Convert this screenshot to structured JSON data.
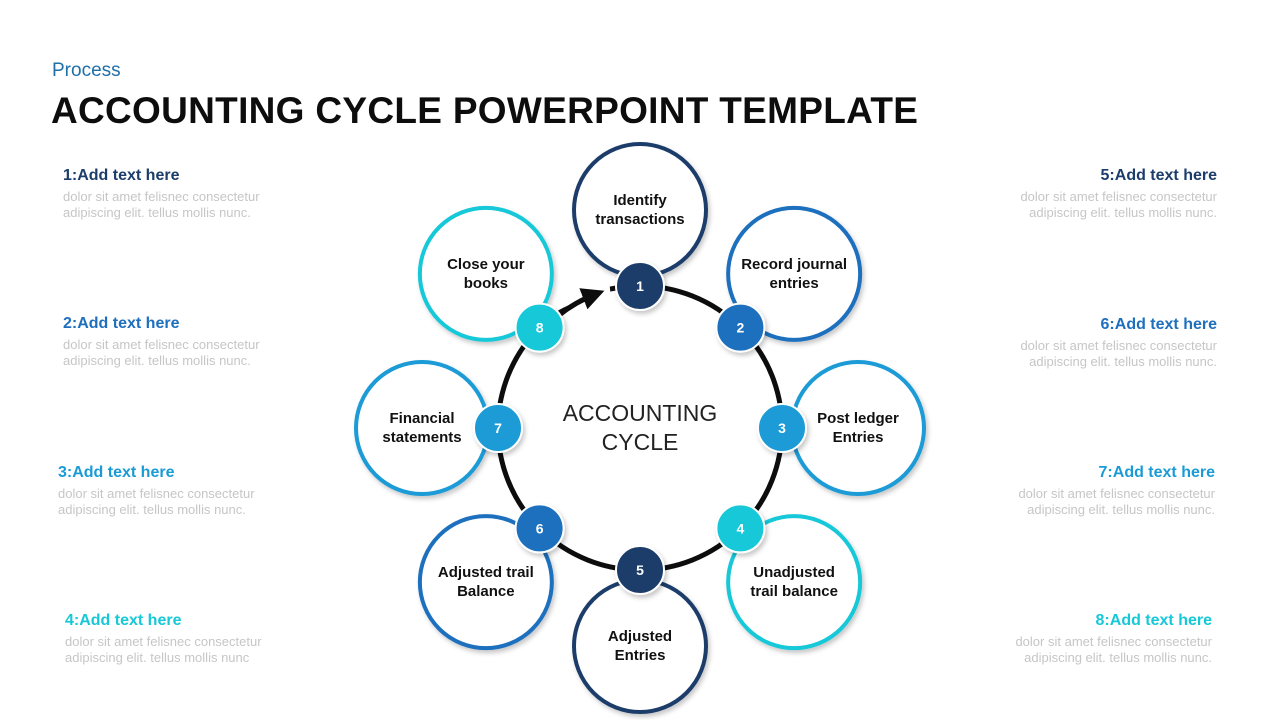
{
  "header": {
    "kicker": "Process",
    "title": "ACCOUNTING CYCLE POWERPOINT TEMPLATE"
  },
  "center_label": [
    "ACCOUNTING",
    "CYCLE"
  ],
  "colors": {
    "navy": "#1c3d6b",
    "blue": "#1e6fbd",
    "sky": "#1a9bd6",
    "cyan": "#16c8d8"
  },
  "steps": [
    {
      "number": "1",
      "lines": [
        "Identify",
        "transactions"
      ],
      "color": "navy"
    },
    {
      "number": "2",
      "lines": [
        "Record journal",
        "entries"
      ],
      "color": "blue"
    },
    {
      "number": "3",
      "lines": [
        "Post ledger",
        "Entries"
      ],
      "color": "sky"
    },
    {
      "number": "4",
      "lines": [
        "Unadjusted",
        "trail balance"
      ],
      "color": "cyan"
    },
    {
      "number": "5",
      "lines": [
        "Adjusted",
        "Entries"
      ],
      "color": "navy"
    },
    {
      "number": "6",
      "lines": [
        "Adjusted trail",
        "Balance"
      ],
      "color": "blue"
    },
    {
      "number": "7",
      "lines": [
        "Financial",
        "statements"
      ],
      "color": "sky"
    },
    {
      "number": "8",
      "lines": [
        "Close your",
        "books"
      ],
      "color": "cyan"
    }
  ],
  "notes": {
    "left": [
      {
        "heading": "1:Add text here",
        "line1": "dolor sit amet felisnec consectetur",
        "line2": "adipiscing elit. tellus mollis nunc.",
        "color": "#1c3d6b"
      },
      {
        "heading": "2:Add text here",
        "line1": "dolor sit amet felisnec consectetur",
        "line2": "adipiscing elit. tellus mollis nunc.",
        "color": "#1e6fbd"
      },
      {
        "heading": "3:Add text here",
        "line1": "dolor sit amet felisnec consectetur",
        "line2": "adipiscing elit. tellus mollis nunc.",
        "color": "#1a9bd6"
      },
      {
        "heading": "4:Add text here",
        "line1": "dolor sit amet felisnec consectetur",
        "line2": "adipiscing elit. tellus mollis nunc",
        "color": "#16c8d8"
      }
    ],
    "right": [
      {
        "heading": "5:Add text here",
        "line1": "dolor sit amet felisnec consectetur",
        "line2": "adipiscing elit. tellus mollis nunc.",
        "color": "#1c3d6b"
      },
      {
        "heading": "6:Add text here",
        "line1": "dolor sit amet felisnec consectetur",
        "line2": "adipiscing elit. tellus mollis nunc.",
        "color": "#1e6fbd"
      },
      {
        "heading": "7:Add text here",
        "line1": "dolor sit amet felisnec consectetur",
        "line2": "adipiscing elit. tellus mollis nunc.",
        "color": "#1a9bd6"
      },
      {
        "heading": "8:Add text here",
        "line1": "dolor sit amet felisnec consectetur",
        "line2": "adipiscing elit. tellus mollis nunc.",
        "color": "#16c8d8"
      }
    ]
  }
}
